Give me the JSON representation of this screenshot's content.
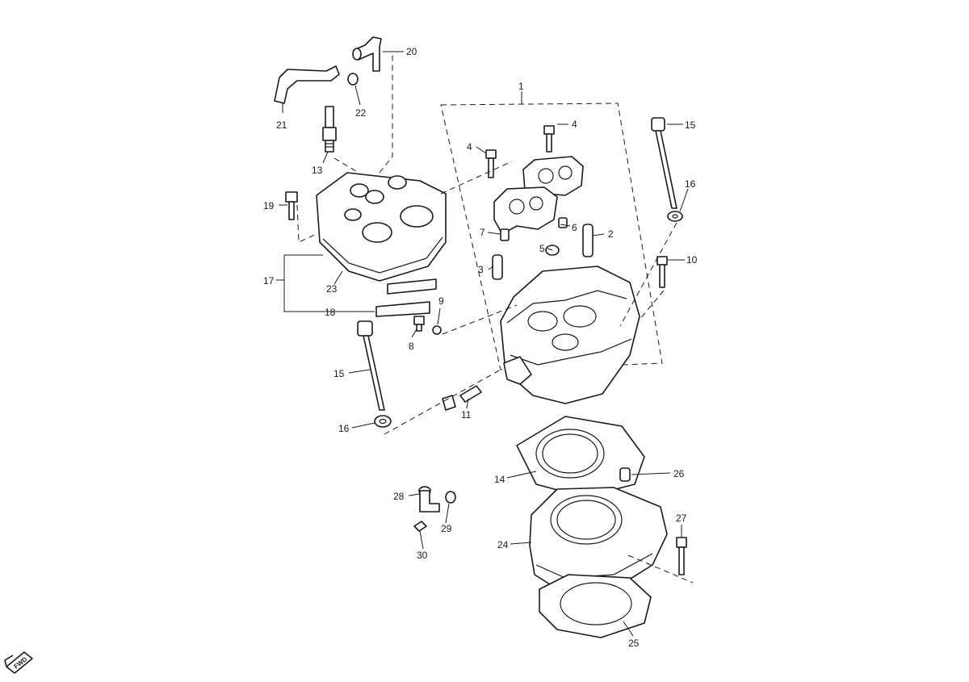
{
  "diagram": {
    "callouts": {
      "c1": "1",
      "c2": "2",
      "c3": "3",
      "c4a": "4",
      "c4b": "4",
      "c5": "5",
      "c6": "6",
      "c7": "7",
      "c8": "8",
      "c9": "9",
      "c10": "10",
      "c11": "11",
      "c13": "13",
      "c14": "14",
      "c15a": "15",
      "c15b": "15",
      "c16a": "16",
      "c16b": "16",
      "c17": "17",
      "c18": "18",
      "c19": "19",
      "c20": "20",
      "c21": "21",
      "c22": "22",
      "c23": "23",
      "c24": "24",
      "c25": "25",
      "c26": "26",
      "c27": "27",
      "c28": "28",
      "c29": "29",
      "c30": "30"
    },
    "fwd_label": "FWD"
  }
}
